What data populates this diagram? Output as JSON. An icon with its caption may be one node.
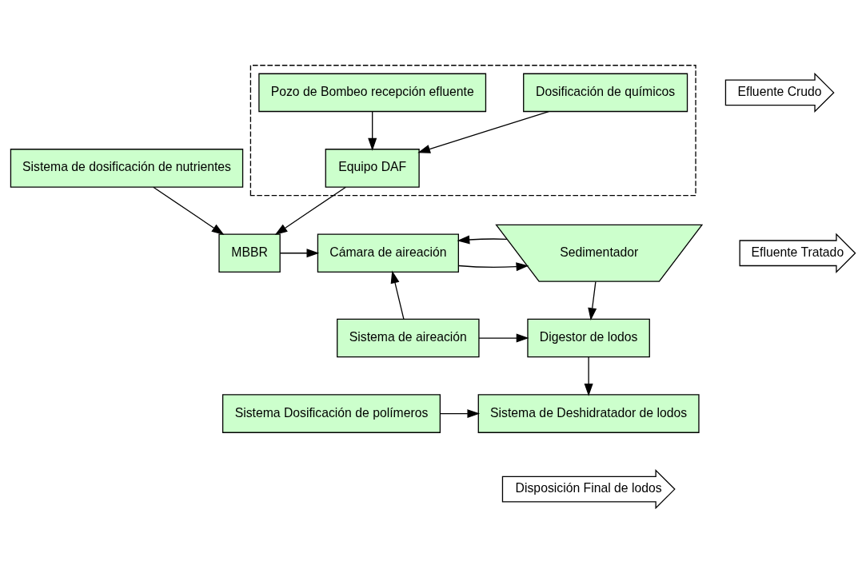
{
  "diagram": {
    "nodes": [
      {
        "text": [
          "Sistema de dosificación de nutrientes"
        ]
      },
      {
        "text": [
          "MBBR"
        ]
      },
      {
        "text": [
          "Cámara de aireación"
        ]
      },
      {
        "text": [
          "Sedimentador"
        ]
      },
      {
        "text": [
          "Efluente Tratado"
        ]
      },
      {
        "text": [
          "Sistema de aireación"
        ]
      },
      {
        "text": [
          "Digestor de lodos"
        ]
      },
      {
        "text": [],
        "shape": "box"
      },
      {
        "text": [
          "Equipo DAF"
        ],
        "in": 7
      },
      {
        "text": [
          "Dosificación de químicos"
        ],
        "in": 7
      },
      {
        "text": [
          "Sistema de Deshidratador de lodos"
        ]
      },
      {
        "text": [
          "Sistema Dosificación de polímeros"
        ]
      },
      {
        "text": [
          "Efluente Crudo"
        ]
      },
      {
        "text": [
          "Pozo de Bombeo recepción efluente"
        ],
        "in": 7
      },
      {
        "text": [
          "Disposición Final de lodos"
        ]
      }
    ],
    "edges": [
      {
        "from": 0,
        "to": 1,
        "arrow": "to"
      },
      {
        "from": 8,
        "to": 1,
        "arrow": "to"
      },
      {
        "from": 1,
        "to": 2,
        "arrow": "to"
      },
      {
        "from": 2,
        "to": 3,
        "arrow": "to"
      },
      {
        "from": 3,
        "to": 2,
        "arrow": "to"
      },
      {
        "from": 3,
        "to": 6,
        "arrow": "to"
      },
      {
        "from": 5,
        "to": 2,
        "arrow": "to"
      },
      {
        "from": 5,
        "to": 6,
        "arrow": "to"
      },
      {
        "from": 6,
        "to": 10,
        "arrow": "to"
      },
      {
        "from": 11,
        "to": 10,
        "arrow": "to"
      },
      {
        "from": 9,
        "to": 8,
        "arrow": "to"
      },
      {
        "from": 13,
        "to": 8,
        "arrow": "to"
      }
    ]
  }
}
